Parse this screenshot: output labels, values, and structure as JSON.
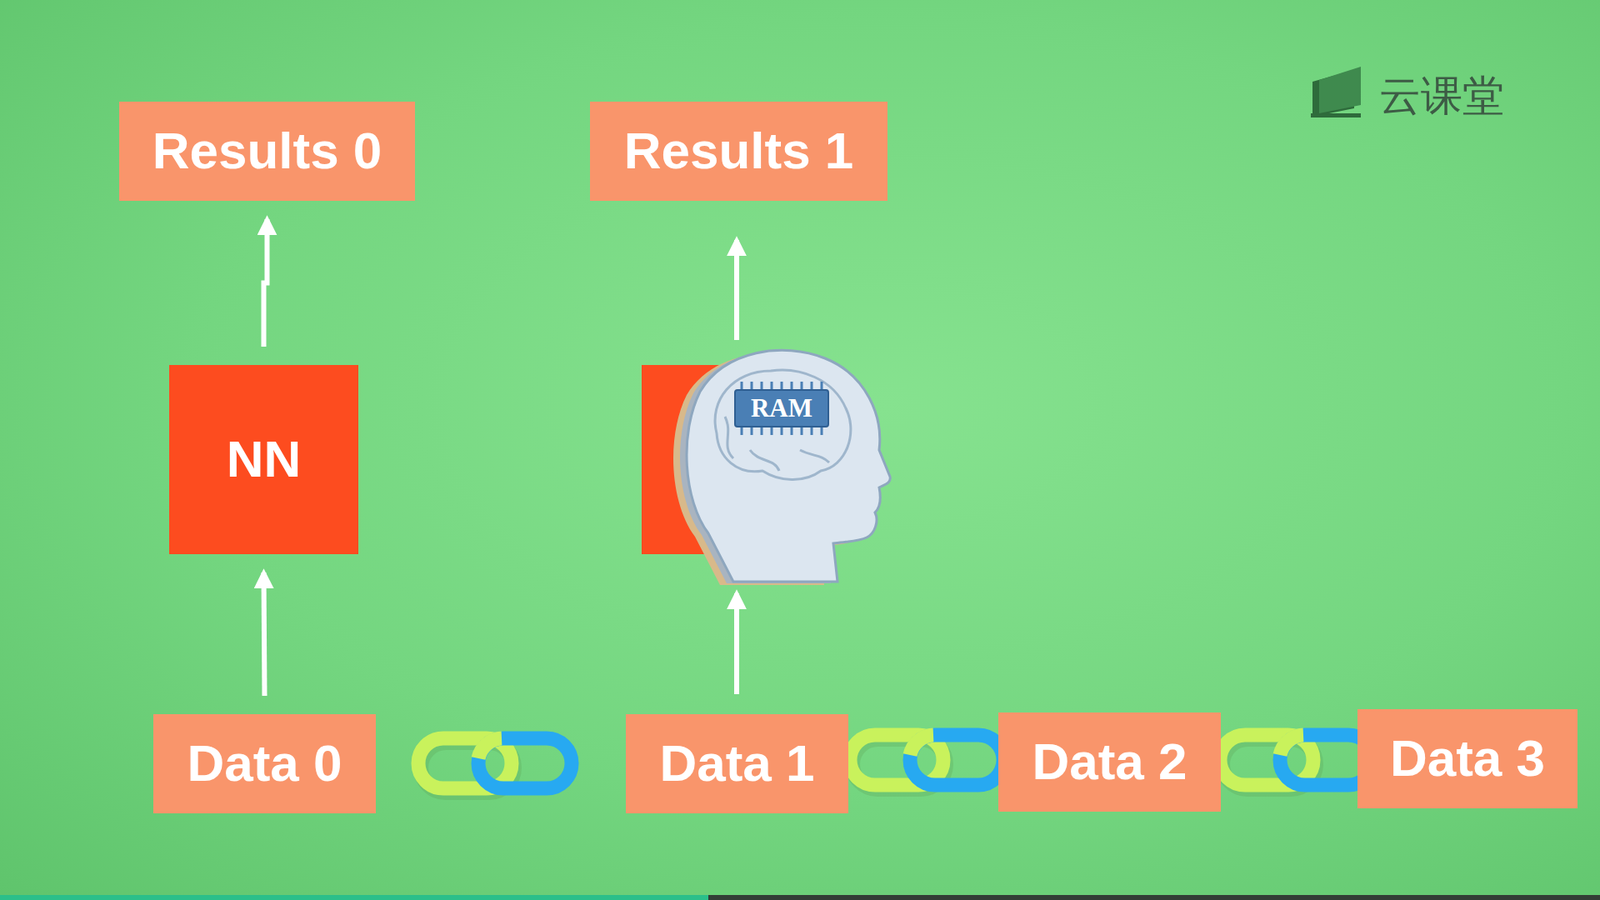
{
  "diagram": {
    "nodes": [
      {
        "text": [
          "Results 0"
        ]
      },
      {
        "text": [
          "Results 1"
        ]
      },
      {
        "text": [
          "NN"
        ]
      },
      {
        "text": [
          "Data 0"
        ]
      },
      {
        "text": [
          "Data 1"
        ]
      },
      {
        "text": [
          "Data 2"
        ]
      },
      {
        "text": [
          "Data 3"
        ]
      }
    ],
    "edges": [
      {
        "from": 3,
        "to": 2,
        "arrow": "to"
      },
      {
        "from": 2,
        "to": 0,
        "arrow": "to"
      }
    ],
    "labels": [
      "云课堂",
      "RAM"
    ]
  }
}
